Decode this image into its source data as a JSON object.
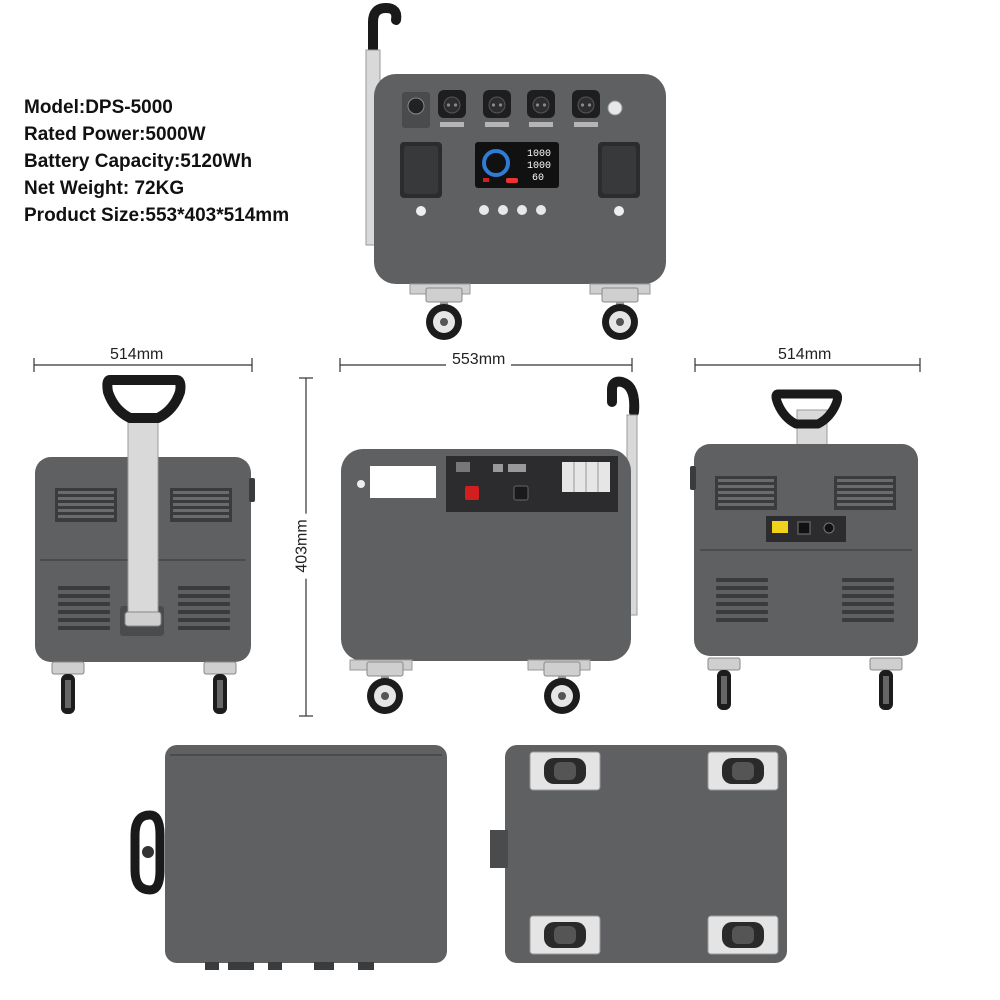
{
  "specs": {
    "model": "Model:DPS-5000",
    "rated_power": "Rated Power:5000W",
    "battery_capacity": "Battery Capacity:5120Wh",
    "net_weight": "Net Weight: 72KG",
    "product_size": "Product Size:553*403*514mm"
  },
  "dimensions": {
    "left_width": "514mm",
    "center_width": "553mm",
    "right_width": "514mm",
    "height": "403mm"
  },
  "colors": {
    "body": "#5f6062",
    "body_dark": "#4a4b4d",
    "handle": "#1a1a1a",
    "panel": "#2c2c2e",
    "frame": "#c8c8c8",
    "accent_red": "#d11e1e",
    "accent_yellow": "#f1d21a"
  },
  "display": {
    "line1": "1000",
    "line2": "1000",
    "line3": "60"
  }
}
